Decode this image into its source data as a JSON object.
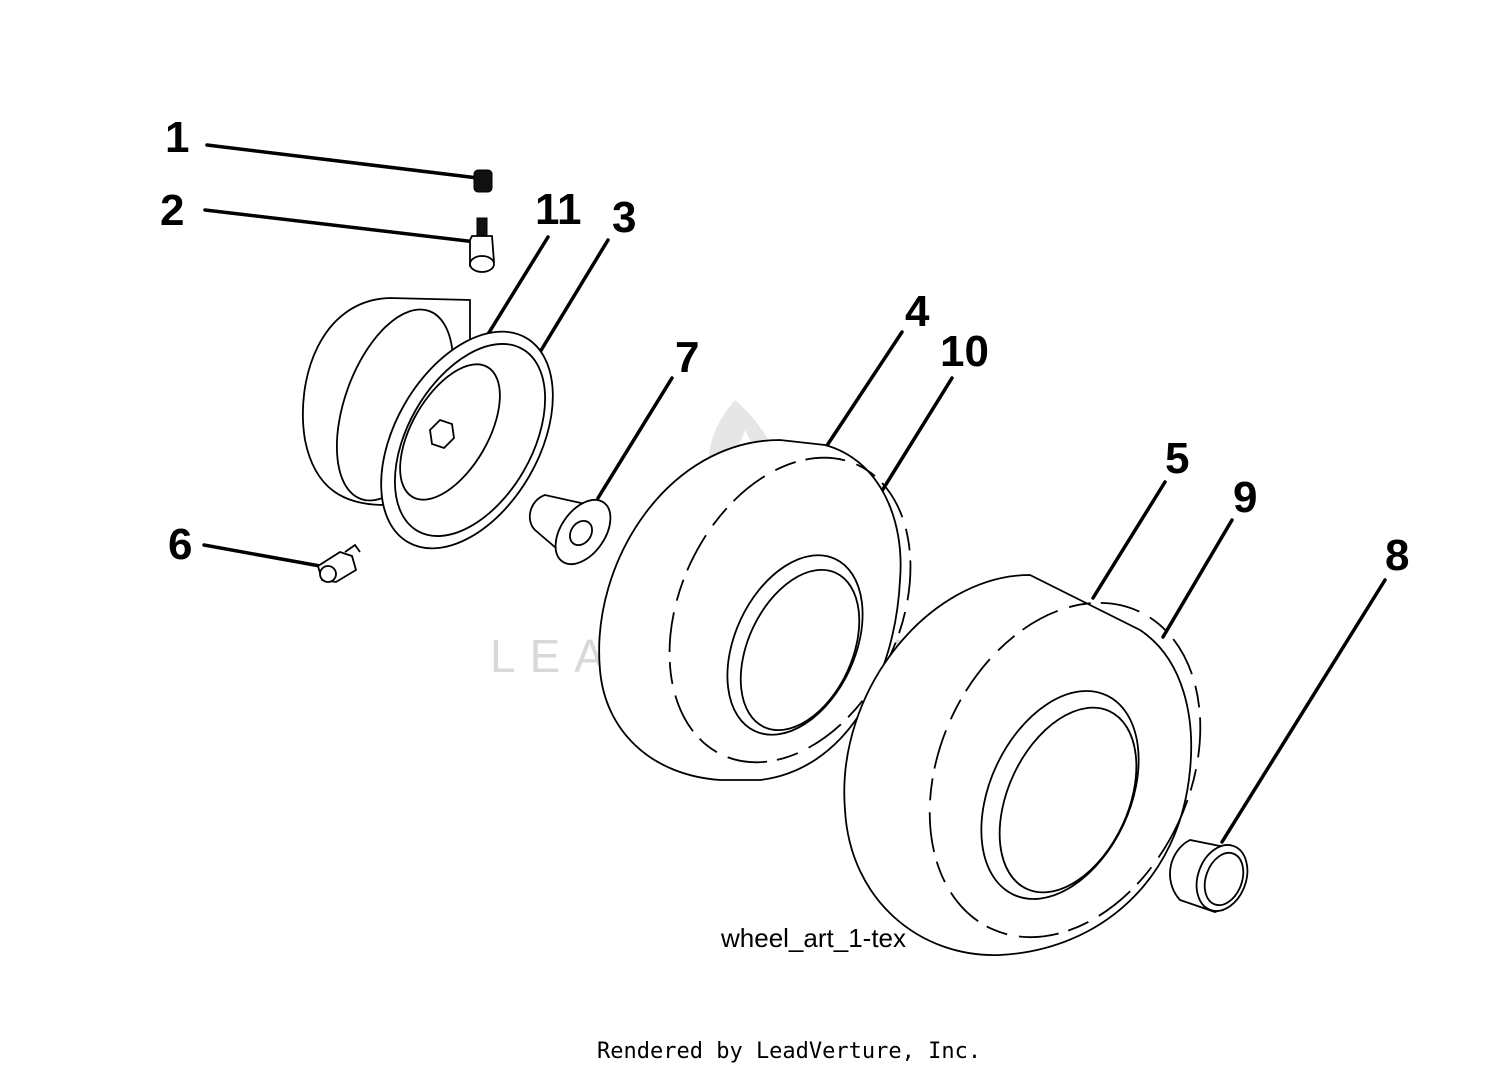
{
  "diagram": {
    "callouts": [
      {
        "id": "1",
        "label": "1"
      },
      {
        "id": "2",
        "label": "2"
      },
      {
        "id": "11",
        "label": "11"
      },
      {
        "id": "3",
        "label": "3"
      },
      {
        "id": "7",
        "label": "7"
      },
      {
        "id": "4",
        "label": "4"
      },
      {
        "id": "10",
        "label": "10"
      },
      {
        "id": "5",
        "label": "5"
      },
      {
        "id": "9",
        "label": "9"
      },
      {
        "id": "8",
        "label": "8"
      },
      {
        "id": "6",
        "label": "6"
      }
    ],
    "caption": "wheel_art_1-tex",
    "credit": "Rendered by LeadVerture, Inc.",
    "watermark": "LEADVENTURE"
  }
}
